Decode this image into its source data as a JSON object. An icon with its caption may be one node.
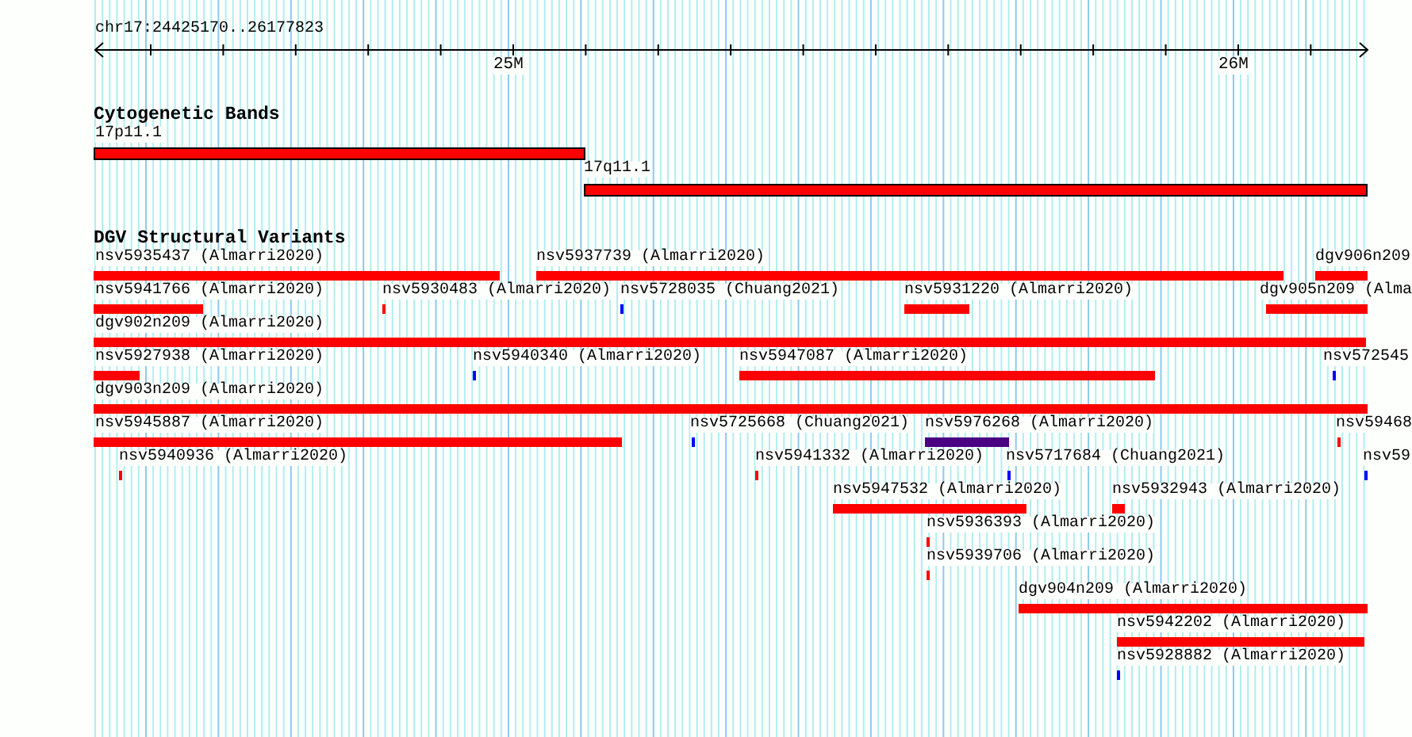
{
  "diagram": {
    "nodes": [
      {
        "text": [
          "17p11.1"
        ]
      },
      {
        "text": [
          "17q11.1"
        ]
      },
      {
        "text": [
          "nsv5935437 (Almarri2020)"
        ]
      },
      {
        "text": [
          "nsv5937739 (Almarri2020)"
        ]
      },
      {
        "text": [
          "dgv906n209"
        ]
      },
      {
        "text": [
          "nsv5941766 (Almarri2020)"
        ]
      },
      {
        "text": [
          "nsv5930483 (Almarri2020)"
        ]
      },
      {
        "text": [
          "nsv5728035 (Chuang2021)"
        ]
      },
      {
        "text": [
          "nsv5931220 (Almarri2020)"
        ]
      },
      {
        "text": [
          "dgv905n209 (Alma"
        ]
      },
      {
        "text": [
          "dgv902n209 (Almarri2020)"
        ]
      },
      {
        "text": [
          "nsv5927938 (Almarri2020)"
        ]
      },
      {
        "text": [
          "nsv5940340 (Almarri2020)"
        ]
      },
      {
        "text": [
          "nsv5947087 (Almarri2020)"
        ]
      },
      {
        "text": [
          "nsv572545"
        ]
      },
      {
        "text": [
          "dgv903n209 (Almarri2020)"
        ]
      },
      {
        "text": [
          "nsv5945887 (Almarri2020)"
        ]
      },
      {
        "text": [
          "nsv5725668 (Chuang2021)"
        ]
      },
      {
        "text": [
          "nsv5976268 (Almarri2020)"
        ]
      },
      {
        "text": [
          "nsv59468"
        ]
      },
      {
        "text": [
          "nsv5940936 (Almarri2020)"
        ]
      },
      {
        "text": [
          "nsv5941332 (Almarri2020)"
        ]
      },
      {
        "text": [
          "nsv5717684 (Chuang2021)"
        ]
      },
      {
        "text": [
          "nsv59"
        ]
      },
      {
        "text": [
          "nsv5947532 (Almarri2020)"
        ]
      },
      {
        "text": [
          "nsv5932943 (Almarri2020)"
        ]
      },
      {
        "text": [
          "nsv5936393 (Almarri2020)"
        ]
      },
      {
        "text": [
          "nsv5939706 (Almarri2020)"
        ]
      },
      {
        "text": [
          "dgv904n209 (Almarri2020)"
        ]
      },
      {
        "text": [
          "nsv5942202 (Almarri2020)"
        ]
      },
      {
        "text": [
          "nsv5928882 (Almarri2020)"
        ]
      }
    ],
    "labels": [
      "chr17:24425170..26177823",
      "25M",
      "26M",
      "Cytogenetic Bands",
      "DGV Structural Variants"
    ]
  }
}
